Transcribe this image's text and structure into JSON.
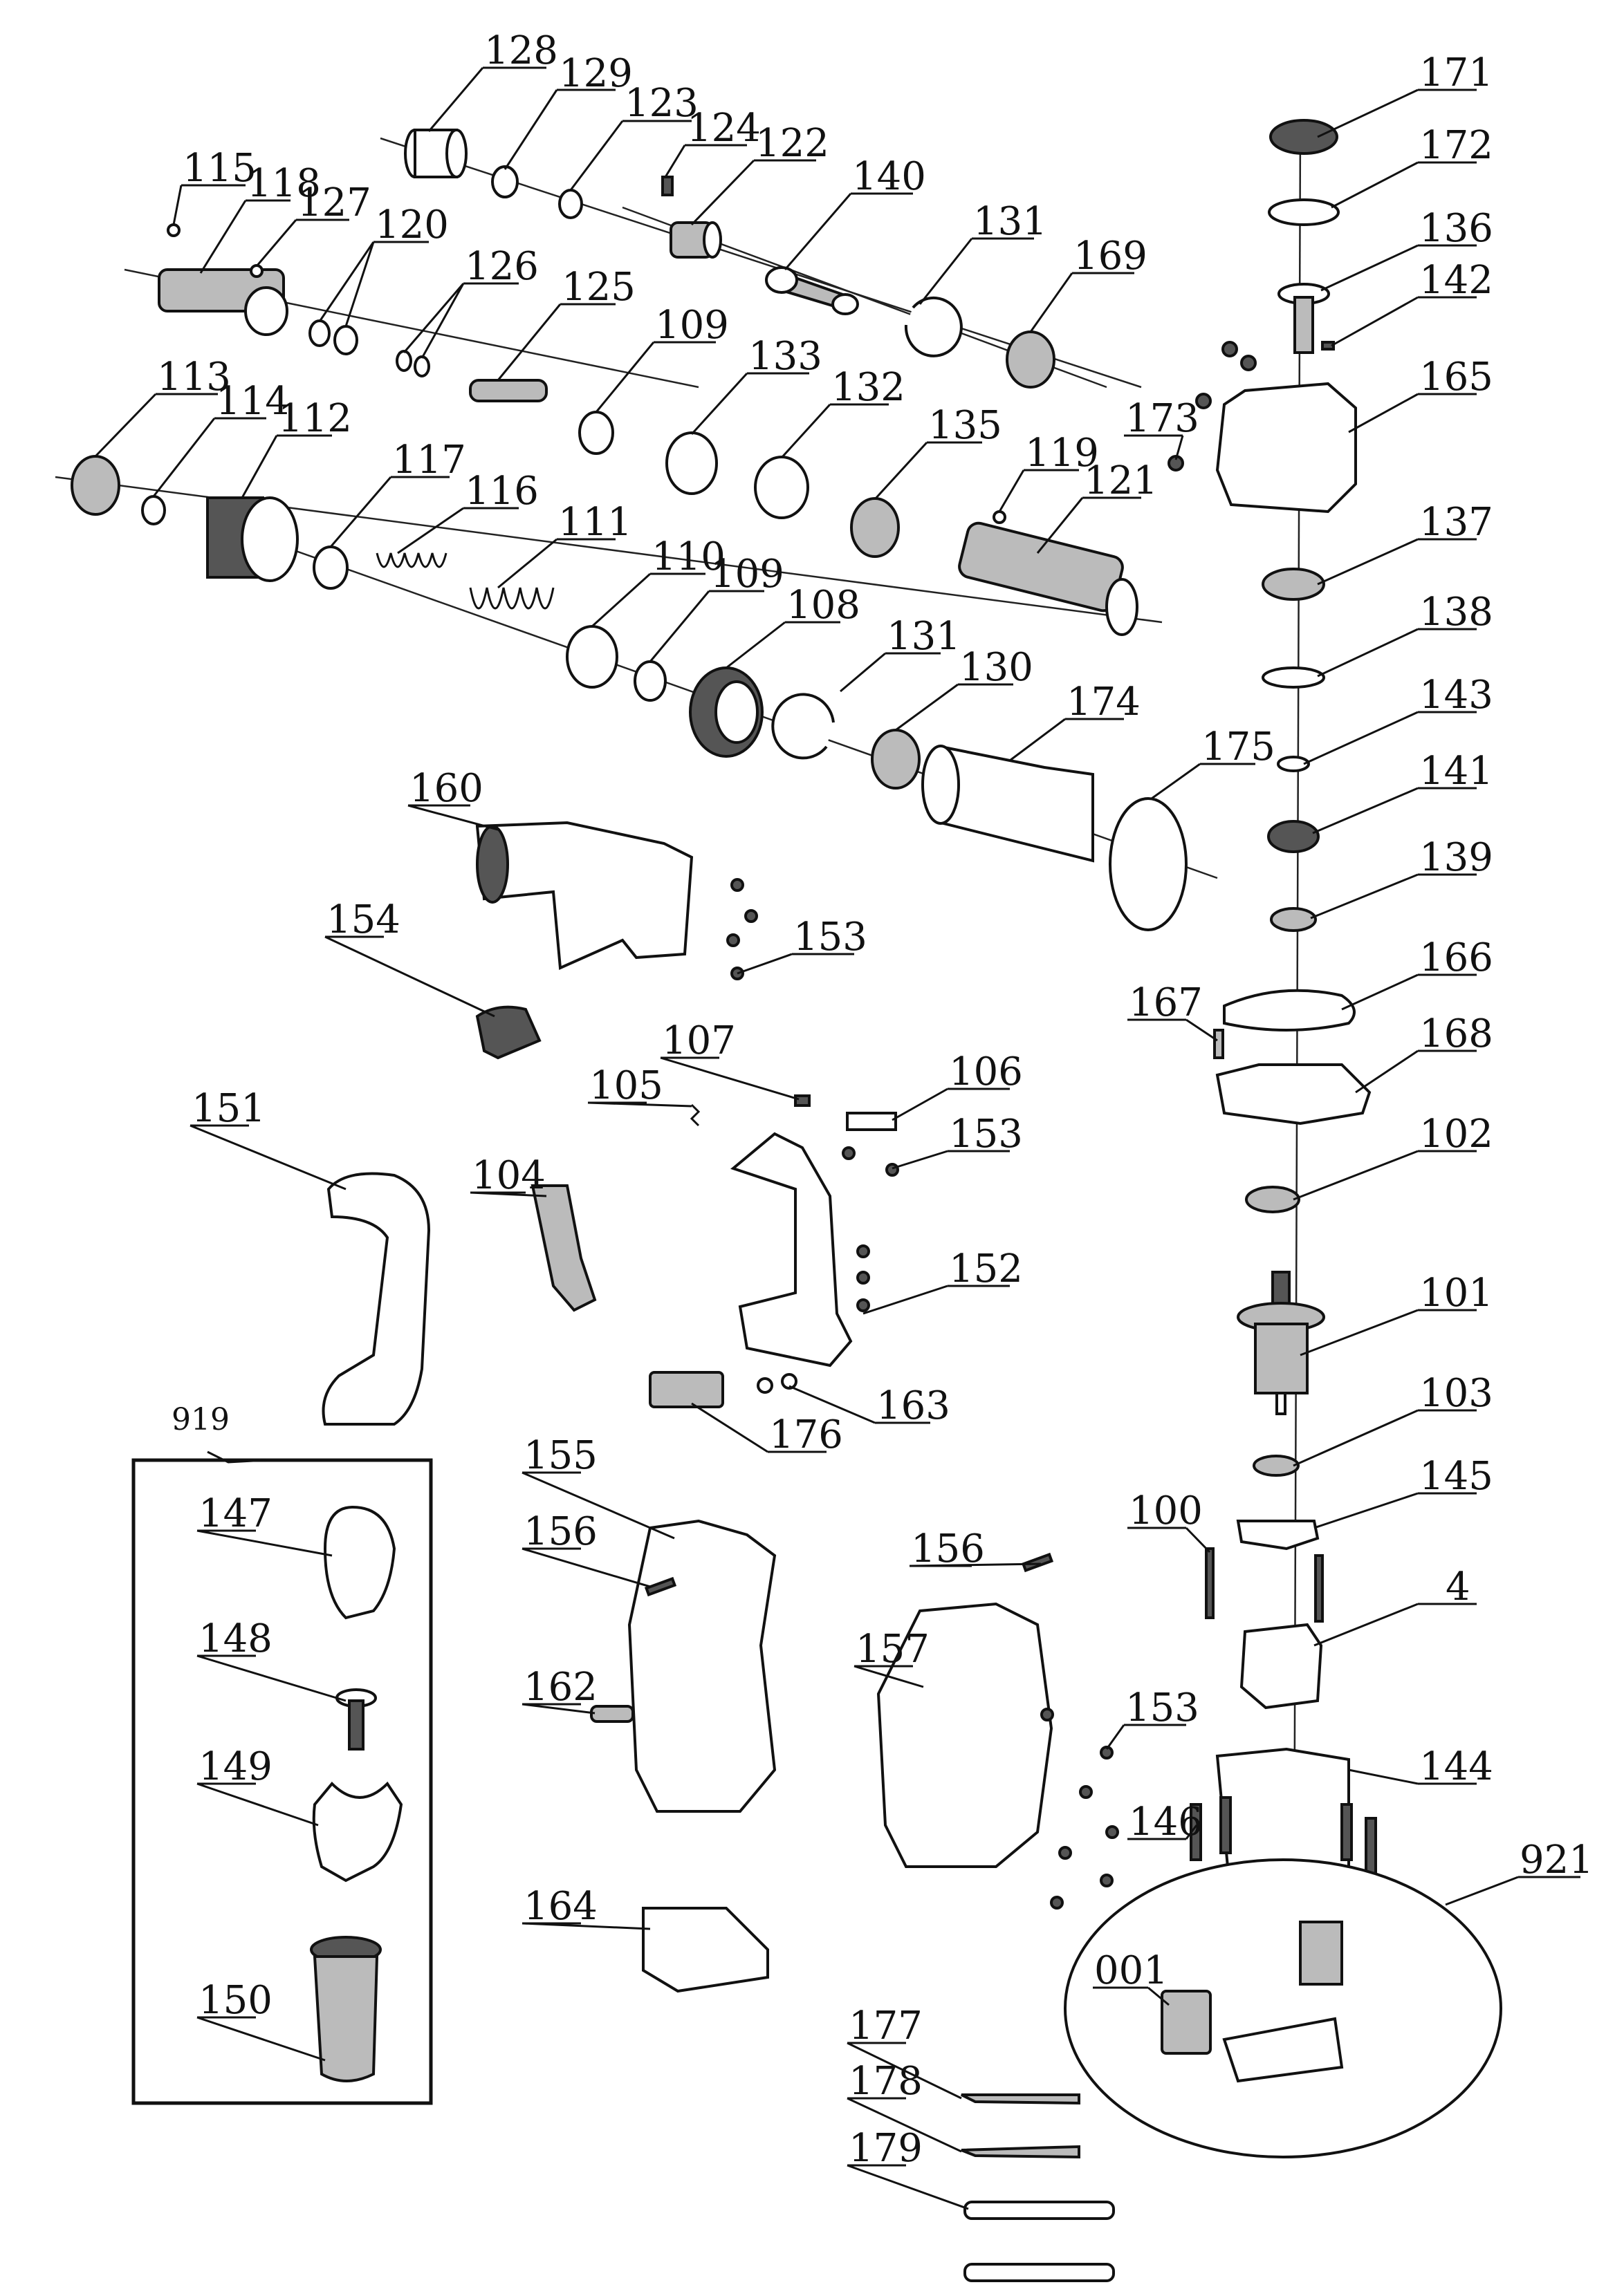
{
  "labels": {
    "l128": "128",
    "l129": "129",
    "l123": "123",
    "l124": "124",
    "l122": "122",
    "l140": "140",
    "l131a": "131",
    "l169": "169",
    "l115": "115",
    "l118": "118",
    "l127": "127",
    "l120": "120",
    "l126": "126",
    "l125": "125",
    "l109a": "109",
    "l133": "133",
    "l132": "132",
    "l135": "135",
    "l119": "119",
    "l121": "121",
    "l113": "113",
    "l114": "114",
    "l112": "112",
    "l117": "117",
    "l116": "116",
    "l111": "111",
    "l110": "110",
    "l109b": "109",
    "l108": "108",
    "l131b": "131",
    "l130": "130",
    "l174": "174",
    "l175": "175",
    "l160": "160",
    "l153a": "153",
    "l154": "154",
    "l107": "107",
    "l106": "106",
    "l105": "105",
    "l153b": "153",
    "l151": "151",
    "l104": "104",
    "l152": "152",
    "l176": "176",
    "l163": "163",
    "l919": "919",
    "l147": "147",
    "l148": "148",
    "l149": "149",
    "l150": "150",
    "l155": "155",
    "l156a": "156",
    "l162": "162",
    "l164": "164",
    "l156b": "156",
    "l157": "157",
    "l153c": "153",
    "l171": "171",
    "l172": "172",
    "l136": "136",
    "l142": "142",
    "l165": "165",
    "l173": "173",
    "l137": "137",
    "l138": "138",
    "l143": "143",
    "l141": "141",
    "l139": "139",
    "l166": "166",
    "l167": "167",
    "l168": "168",
    "l102": "102",
    "l101": "101",
    "l103": "103",
    "l100": "100",
    "l145": "145",
    "l4": "4",
    "l144": "144",
    "l146": "146",
    "l921": "921",
    "l001": "001",
    "l177": "177",
    "l178": "178",
    "l179": "179"
  }
}
